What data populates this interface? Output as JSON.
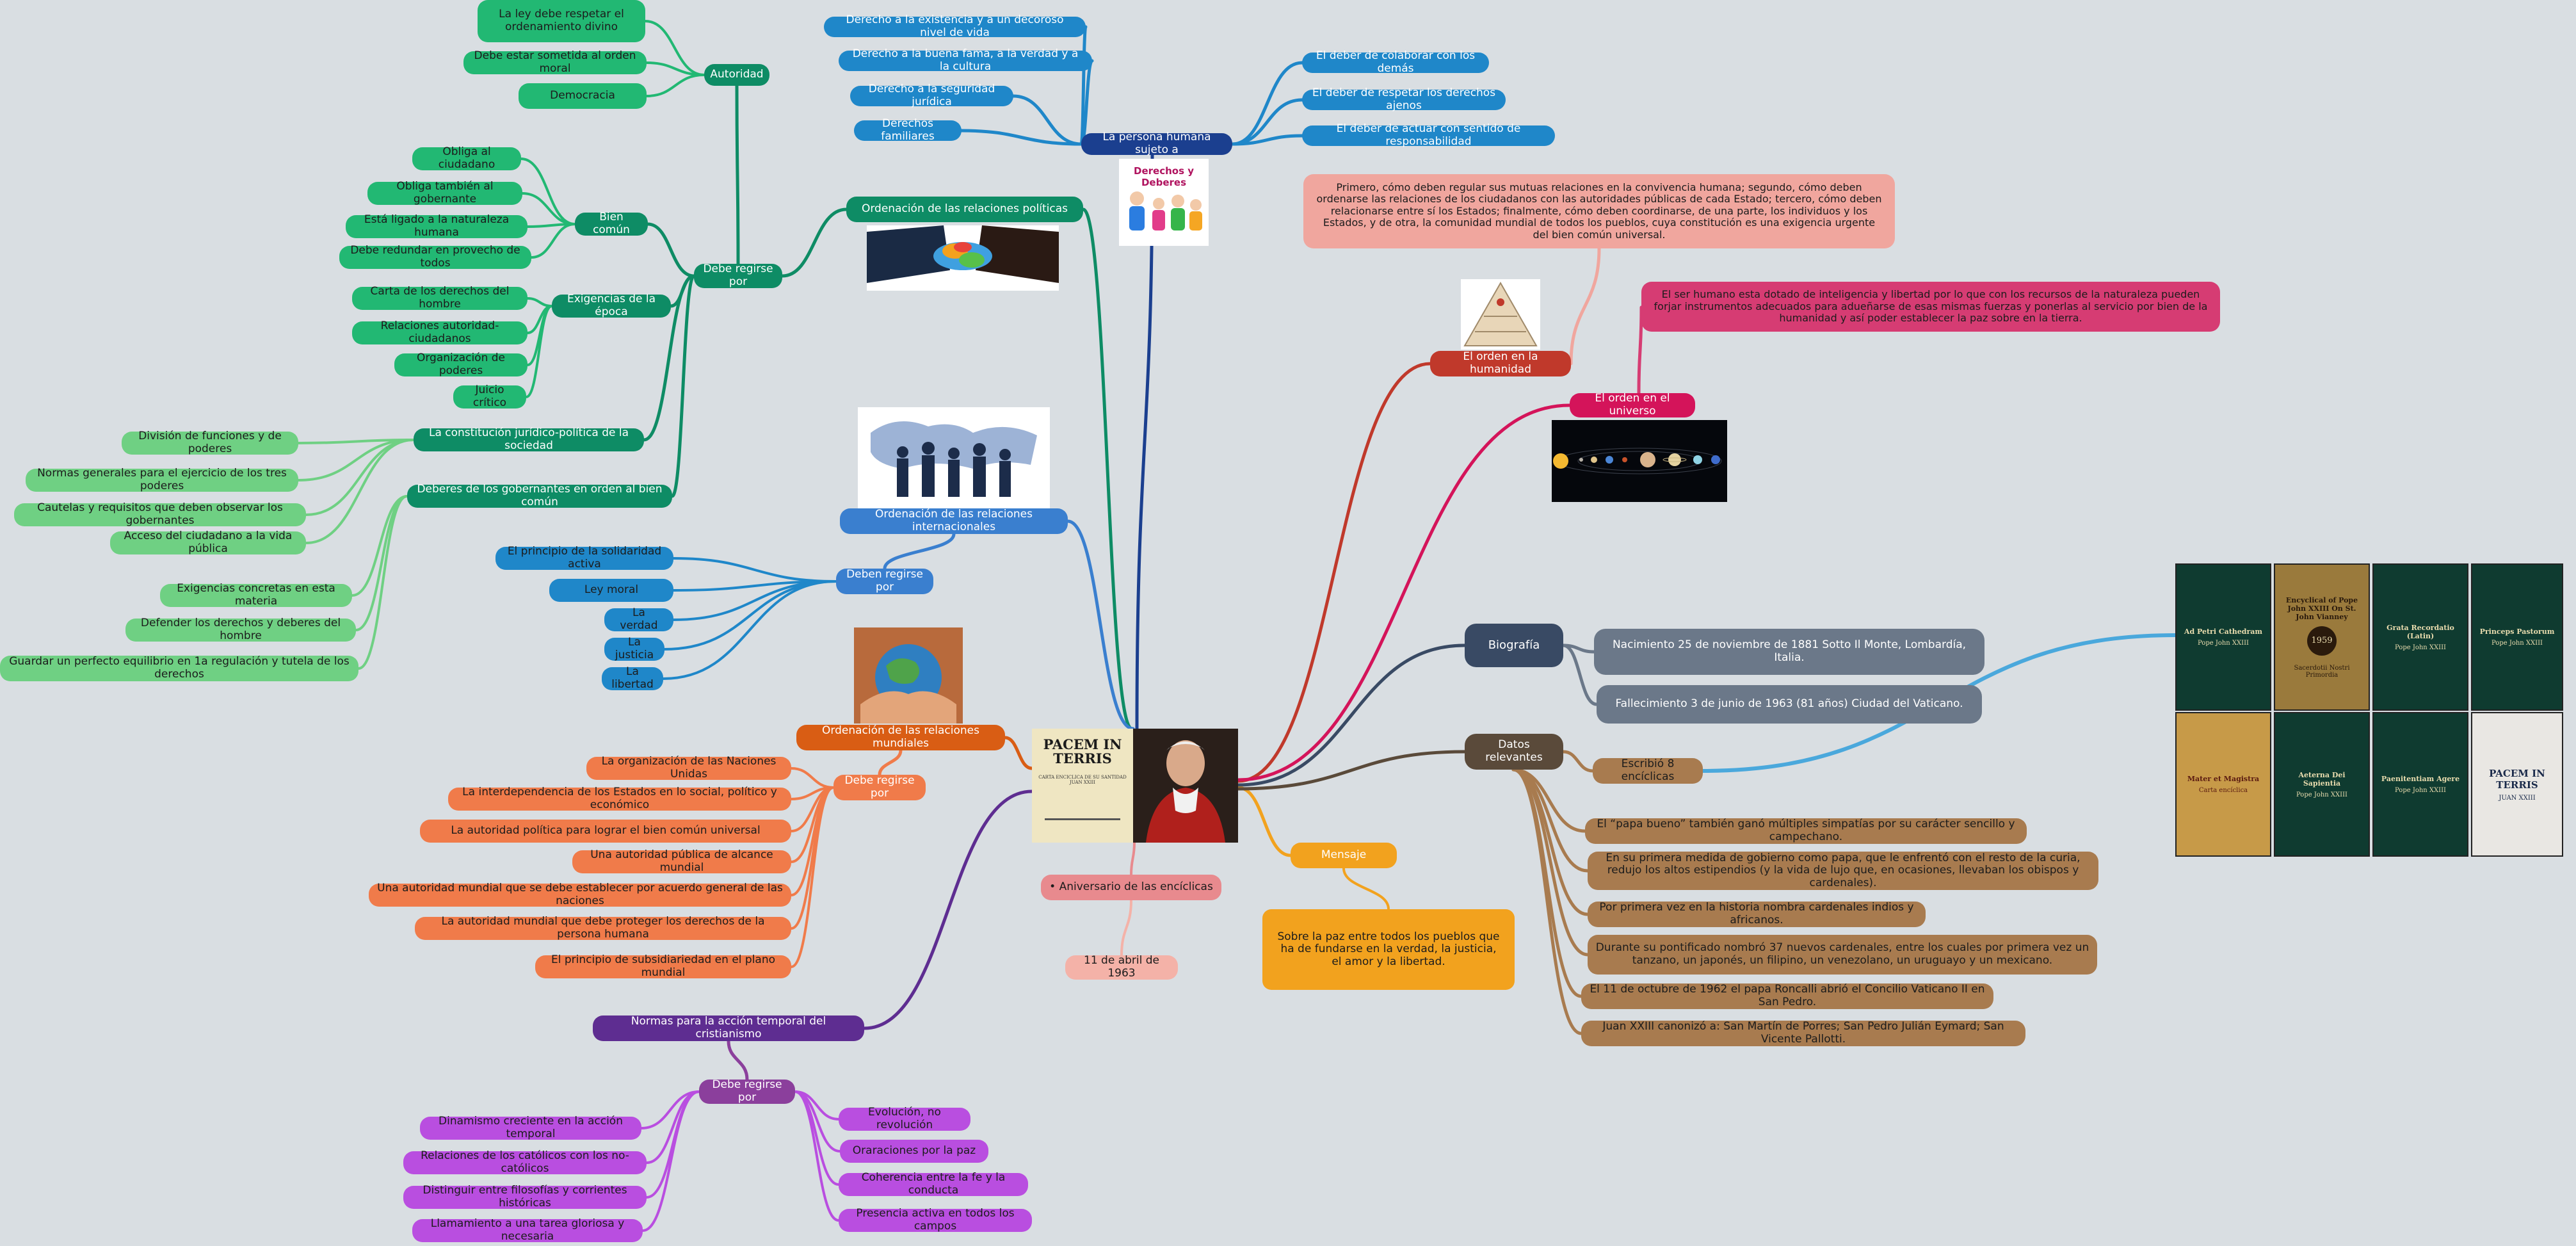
{
  "central": {
    "title": "PACEM IN TERRIS",
    "subtitle": "CARTA ENCICLICA DE SU SANTIDAD JUAN XXIII"
  },
  "persona": {
    "label": "La persona humana sujeto a",
    "image_caption": "Derechos y Deberes",
    "derechos": [
      "Derecho a la existencia y a un decoroso nivel de vida",
      "Derecho a la buena fama, a la verdad y a la cultura",
      "Derecho a la seguridad jurídica",
      "Derechos familiares"
    ],
    "deberes": [
      "El deber de colaborar con los demás",
      "El deber de respetar los derechos ajenos",
      "El deber de actuar con sentido de responsabilidad"
    ]
  },
  "politicas": {
    "label": "Ordenación de las relaciones políticas",
    "regirse": "Debe regirse por",
    "autoridad": {
      "label": "Autoridad",
      "items": [
        "La ley debe respetar el ordenamiento divino",
        "Debe estar sometida al orden moral",
        "Democracia"
      ]
    },
    "bien_comun": {
      "label": "Bien común",
      "items": [
        "Obliga al ciudadano",
        "Obliga también al gobernante",
        "Está ligado a la naturaleza humana",
        "Debe redundar en provecho de todos"
      ]
    },
    "exigencias": {
      "label": "Exigencias de la época",
      "items": [
        "Carta de los derechos del hombre",
        "Relaciones autoridad-ciudadanos",
        "Organización de poderes",
        "Juicio crítico"
      ]
    },
    "constitucion": {
      "label": "La constitución jurídico-política de la sociedad",
      "items": [
        "División de funciones y de poderes",
        "Normas generales para el ejercicio de los tres poderes",
        "Cautelas y requisitos que deben observar los gobernantes",
        "Acceso del ciudadano a la vida pública"
      ]
    },
    "deberes_gob": {
      "label": "Deberes de los gobernantes en orden al bien común",
      "items": [
        "Exigencias concretas en esta materia",
        "Defender los derechos y deberes del hombre",
        "Guardar un perfecto equilibrio en 1a regulación y tutela de los derechos"
      ]
    }
  },
  "internacionales": {
    "label": "Ordenación de las relaciones internacionales",
    "regirse": "Deben regirse por",
    "items": [
      "El principio de la solidaridad activa",
      "Ley moral",
      "La verdad",
      "La justicia",
      "La libertad"
    ]
  },
  "mundiales": {
    "label": "Ordenación de las relaciones mundiales",
    "regirse": "Debe regirse por",
    "items": [
      "La organización de las Naciones Unidas",
      "La interdependencia de los Estados en lo social, político y económico",
      "La autoridad política para lograr el bien común universal",
      "Una autoridad pública de alcance mundial",
      "Una autoridad mundial que se debe establecer por acuerdo general de las naciones",
      "La autoridad mundial que debe proteger los derechos de la persona humana",
      "El principio de subsidiariedad en el plano mundial"
    ]
  },
  "normas": {
    "label": "Normas para la acción temporal del cristianismo",
    "regirse": "Debe regirse por",
    "left": [
      "Dinamismo creciente en la acción temporal",
      "Relaciones de los católicos con los no-católicos",
      "Distinguir entre filosofías y corrientes históricas",
      "Llamamiento a una tarea gloriosa y necesaria"
    ],
    "right": [
      "Evolución, no revolución",
      "Oraraciones por la paz",
      "Coherencia entre la fe y la conducta",
      "Presencia activa en todos los campos"
    ]
  },
  "aniversario": {
    "label": "• Aniversario de las encíclicas",
    "fecha": "11 de abril de 1963"
  },
  "mensaje": {
    "label": "Mensaje",
    "text": "Sobre la paz entre todos los pueblos que ha de fundarse en la verdad, la justicia, el amor y la libertad."
  },
  "orden_humanidad": {
    "label": "El orden en la humanidad",
    "text": "Primero, cómo deben regular sus mutuas relaciones en la convivencia humana; segundo, cómo deben ordenarse las relaciones de los ciudadanos con las autoridades públicas de cada Estado; tercero, cómo deben relacionarse entre sí los Estados; finalmente, cómo deben coordinarse, de una parte, los individuos y los Estados, y de otra, la comunidad mundial de todos los pueblos, cuya constitución es una exigencia urgente del bien común universal."
  },
  "orden_universo": {
    "label": "El orden en el universo",
    "text": "El ser humano esta dotado de inteligencia y libertad por lo que con los recursos de la naturaleza pueden forjar instrumentos adecuados para adueñarse de esas mismas fuerzas y ponerlas al servicio por bien de la humanidad y así poder establecer la paz sobre en la tierra."
  },
  "biografia": {
    "label": "Biografía",
    "items": [
      "Nacimiento 25 de noviembre de 1881 Sotto Il Monte, Lombardía, Italia.",
      "Fallecimiento 3 de junio de 1963 (81 años) Ciudad del Vaticano."
    ]
  },
  "datos": {
    "label": "Datos relevantes",
    "enciclicas": "Escribió 8 encíclicas",
    "items": [
      "El “papa bueno” también ganó múltiples simpatías por su carácter sencillo y campechano.",
      "En su primera medida de gobierno como papa, que le enfrentó con el resto de la curia, redujo los altos estipendios (y la vida de lujo que, en ocasiones, llevaban los obispos y cardenales).",
      "Por primera vez en la historia nombra cardenales indios y africanos.",
      "Durante su pontificado nombró 37 nuevos cardenales, entre los cuales por primera vez un tanzano, un japonés, un filipino, un venezolano, un uruguayo y un mexicano.",
      "El 11 de octubre de 1962 el papa Roncalli abrió el Concilio Vaticano II en San Pedro.",
      "Juan XXIII canonizó a: San Martín de Porres; San Pedro Julián Eymard; San Vicente Pallotti."
    ]
  },
  "books": [
    {
      "title": "Ad Petri Cathedram",
      "author": "Pope John XXIII"
    },
    {
      "title": "Encyclical of Pope John XXIII On St. John Vianney",
      "author": "Sacerdotii Nostri Primordia",
      "year": "1959"
    },
    {
      "title": "Grata Recordatio (Latin)",
      "author": "Pope John XXIII"
    },
    {
      "title": "Princeps Pastorum",
      "author": "Pope John XXIII"
    },
    {
      "title": "Mater et Magistra",
      "author": "Carta encíclica"
    },
    {
      "title": "Aeterna Dei Sapientia",
      "author": "Pope John XXIII"
    },
    {
      "title": "Paenitentiam Agere",
      "author": "Pope John XXIII"
    },
    {
      "title": "PACEM IN TERRIS",
      "author": "JUAN XXIII"
    }
  ],
  "colors": {
    "background": "#d9dee2",
    "persona": "#1b3f8f",
    "blue": "#1f87c9",
    "green_dark": "#0e8c65",
    "green_mid": "#22b873",
    "green_light": "#6fd083",
    "intl": "#3a7fcf",
    "mundial": "#d95d14",
    "orange": "#f07b4a",
    "purple_dark": "#5e2d91",
    "purple_mid": "#8b3f9c",
    "purple_light": "#b94ee0",
    "red": "#c0392b",
    "pink": "#f0a69e",
    "magenta": "#d4145a",
    "magenta_light": "#d63c73",
    "mensaje": "#f2a21e",
    "aniversario": "#e88a8e",
    "fecha": "#f4b2a8",
    "bio": "#394a64",
    "bio_item": "#6b7889",
    "datos": "#5a4a3a",
    "datos_item": "#a87b4f"
  }
}
